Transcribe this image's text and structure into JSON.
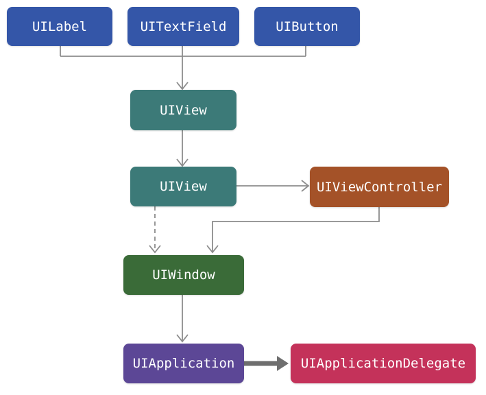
{
  "colors": {
    "blue": "#3456a8",
    "teal": "#3c7a78",
    "brown": "#a45228",
    "green": "#3a6b38",
    "purple": "#5c4796",
    "crimson": "#c4325a",
    "line": "#8c8c8c",
    "thick_arrow": "#6e6e6e"
  },
  "nodes": {
    "uilabel": "UILabel",
    "uitextfield": "UITextField",
    "uibutton": "UIButton",
    "uiview_top": "UIView",
    "uiview_mid": "UIView",
    "uiviewcontroller": "UIViewController",
    "uiwindow": "UIWindow",
    "uiapplication": "UIApplication",
    "uiapplicationdelegate": "UIApplicationDelegate"
  }
}
